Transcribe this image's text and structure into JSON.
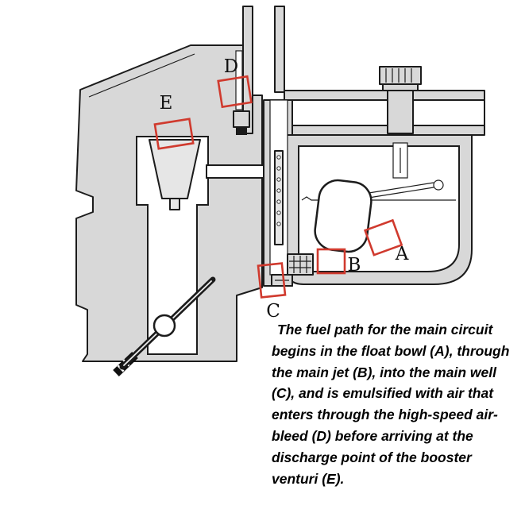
{
  "figure": {
    "type": "carburetor-cross-section-diagram",
    "markers": [
      {
        "letter": "A",
        "target": "float bowl"
      },
      {
        "letter": "B",
        "target": "main jet"
      },
      {
        "letter": "C",
        "target": "main well"
      },
      {
        "letter": "D",
        "target": "high-speed air-bleed"
      },
      {
        "letter": "E",
        "target": "booster venturi"
      }
    ],
    "caption": "The fuel path for the main circuit begins in the float bowl (A), through the main jet (B), into the main well (C), and is emulsified with air that enters through the high-speed air-bleed (D) before arriving at the discharge point of the booster venturi (E).",
    "colors": {
      "marker": "#d03a2e",
      "body_fill": "#d8d8d8",
      "outline": "#1c1c1c",
      "background": "#ffffff"
    }
  }
}
